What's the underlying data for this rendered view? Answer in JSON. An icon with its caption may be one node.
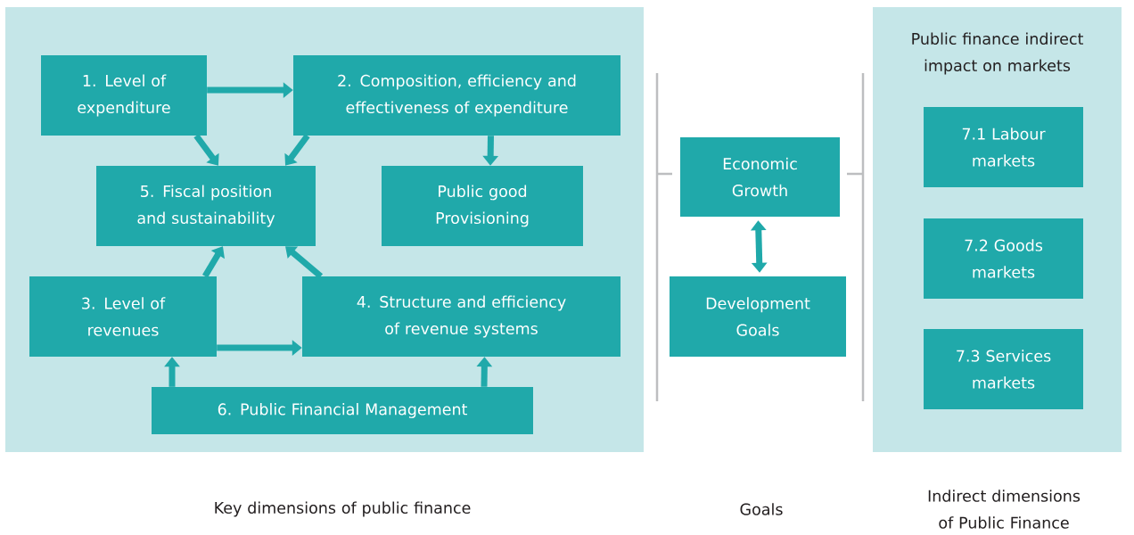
{
  "diagram": {
    "nodes": [
      {
        "text": [],
        "shape": "box"
      },
      {
        "text": [
          "1. Level of expenditure"
        ],
        "in": 0
      },
      {
        "text": [
          "2. Composition, efficiency and effectiveness of expenditure"
        ],
        "in": 0
      },
      {
        "text": [
          "5. Fiscal position and sustainability"
        ],
        "in": 0
      },
      {
        "text": [
          "Public good Provisioning"
        ],
        "in": 0
      },
      {
        "text": [
          "3. Level of revenues"
        ],
        "in": 0
      },
      {
        "text": [
          "4. Structure and efficiency of revenue systems"
        ],
        "in": 0
      },
      {
        "text": [
          "6. Public Financial Management"
        ],
        "in": 0
      },
      {
        "text": [
          "Economic Growth"
        ]
      },
      {
        "text": [
          "Development Goals"
        ]
      },
      {
        "text": [
          "Public finance indirect impact on markets"
        ]
      },
      {
        "text": [
          "7.1 Labour markets"
        ],
        "in": 10
      },
      {
        "text": [
          "7.2 Goods markets"
        ],
        "in": 10
      },
      {
        "text": [
          "7.3 Services markets"
        ],
        "in": 10
      }
    ],
    "edges": [
      {
        "from": 1,
        "to": 2,
        "arrow": "to"
      },
      {
        "from": 1,
        "to": 3,
        "arrow": "to"
      },
      {
        "from": 2,
        "to": 3,
        "arrow": "to"
      },
      {
        "from": 2,
        "to": 4,
        "arrow": "to"
      },
      {
        "from": 5,
        "to": 3,
        "arrow": "to"
      },
      {
        "from": 6,
        "to": 3,
        "arrow": "to"
      },
      {
        "from": 5,
        "to": 6,
        "arrow": "to"
      },
      {
        "from": 7,
        "to": 5,
        "arrow": "to"
      },
      {
        "from": 7,
        "to": 6,
        "arrow": "to"
      },
      {
        "from": 8,
        "to": 9,
        "arrow": "both"
      }
    ],
    "labels": [
      "Key dimensions of public finance",
      "Goals",
      "Indirect dimensions of Public Finance"
    ]
  }
}
